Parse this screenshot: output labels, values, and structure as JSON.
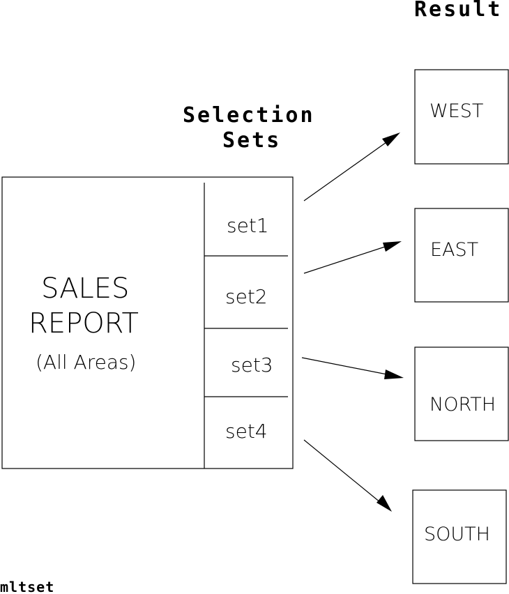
{
  "headings": {
    "result": "Result",
    "selection_sets_line1": "Selection",
    "selection_sets_line2": "Sets"
  },
  "report": {
    "line1": "SALES",
    "line2": "REPORT",
    "line3": "(All Areas)"
  },
  "sets": [
    "set1",
    "set2",
    "set3",
    "set4"
  ],
  "results": [
    "WEST",
    "EAST",
    "NORTH",
    "SOUTH"
  ],
  "caption": "mltset"
}
